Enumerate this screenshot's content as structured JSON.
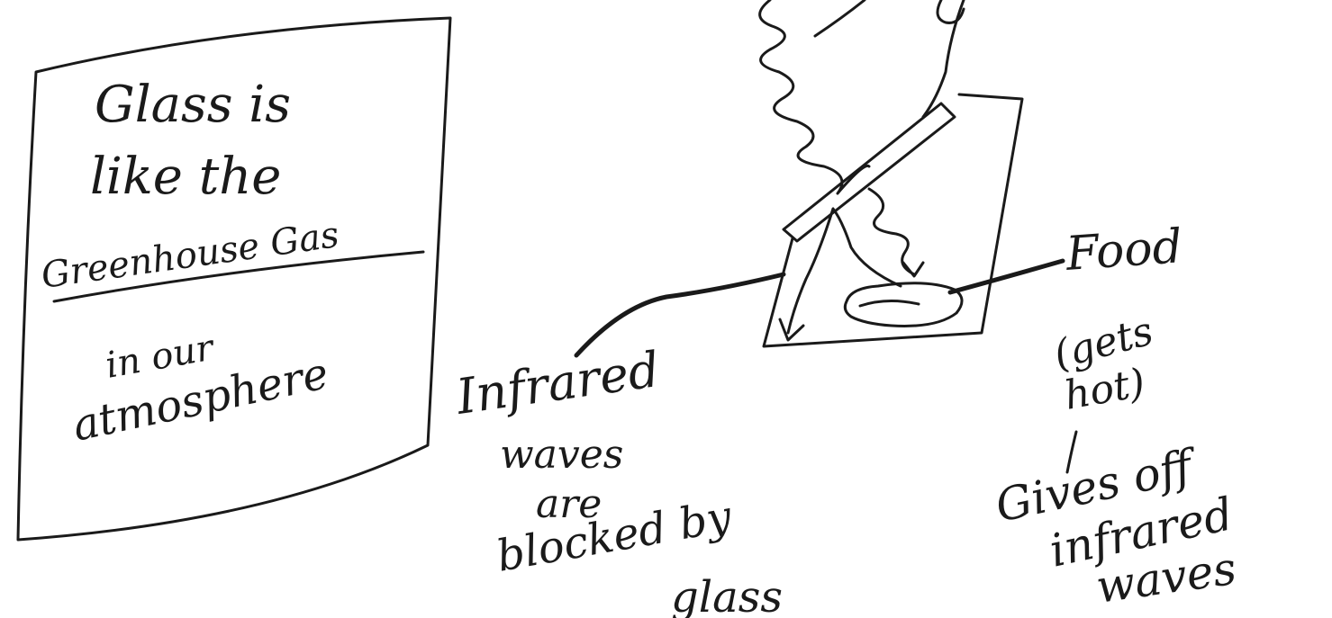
{
  "box": {
    "line1": "Glass is",
    "line2": "like the",
    "line3": "Greenhouse Gas",
    "line4": "in our",
    "line5": "atmosphere"
  },
  "labels": {
    "infrared_blocked": [
      "Infrared",
      "waves",
      "are",
      "blocked by",
      "glass"
    ],
    "food": [
      "Food",
      "(gets",
      "hot)"
    ],
    "gives_off": [
      "Gives off",
      "infrared",
      "waves"
    ]
  },
  "colors": {
    "ink": "#1a1a1a",
    "paper": "#ffffff"
  }
}
